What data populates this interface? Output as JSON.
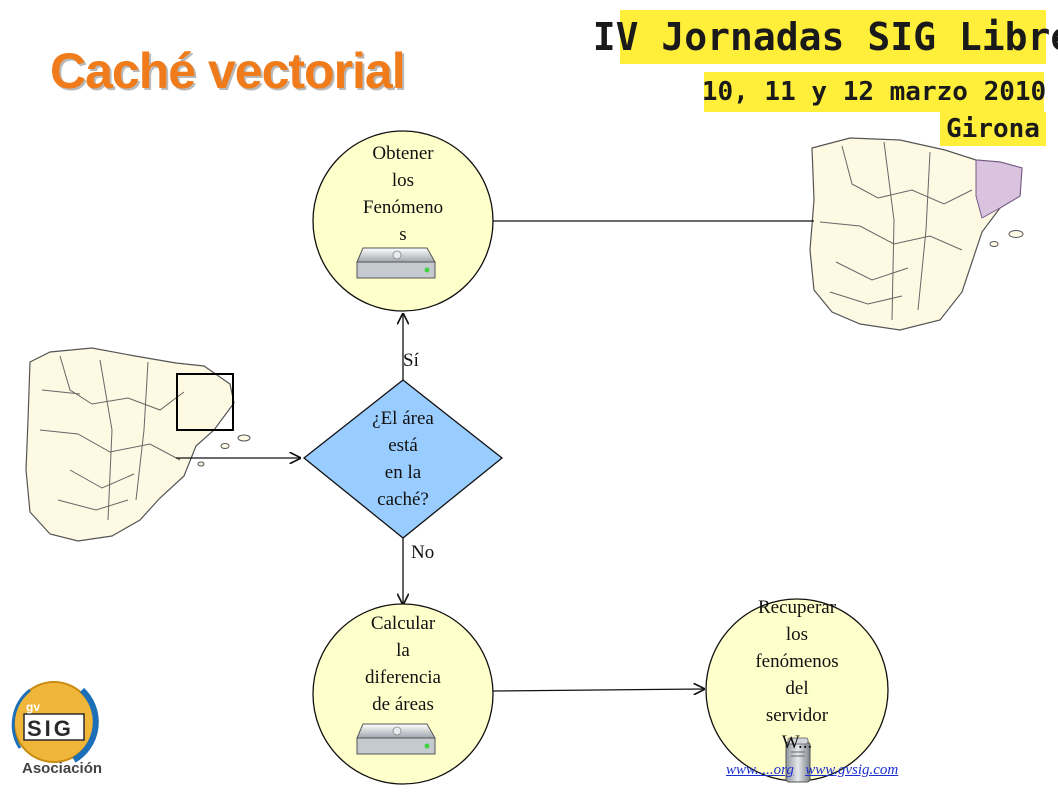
{
  "slide": {
    "title": "Caché vectorial"
  },
  "banner": {
    "title": "IV Jornadas SIG Libre",
    "dates": "10, 11 y 12 marzo 2010",
    "city": "Girona"
  },
  "nodes": {
    "obtener": [
      "Obtener",
      "los",
      "Fenómeno",
      "s"
    ],
    "decision": [
      "¿El área",
      "está",
      "en la",
      "caché?"
    ],
    "calcular": [
      "Calcular",
      "la",
      "diferencia",
      "de áreas"
    ],
    "recuperar": [
      "Recuperar",
      "los",
      "fenómenos",
      "del",
      "servidor",
      "W..."
    ]
  },
  "edge_labels": {
    "yes": "Sí",
    "no": "No"
  },
  "footer": {
    "link1": "www.....org",
    "link2": "www.gvsig.com"
  },
  "logo": {
    "mark": "SIG",
    "prefix": "gv",
    "caption": "Asociación"
  },
  "colors": {
    "title": "#f07b1a",
    "banner_bg": "#ffef3a",
    "node_fill": "#ffffcc",
    "decision_fill": "#99ccff",
    "map_land": "#fdf9e3",
    "catalonia": "#d9c3df"
  }
}
